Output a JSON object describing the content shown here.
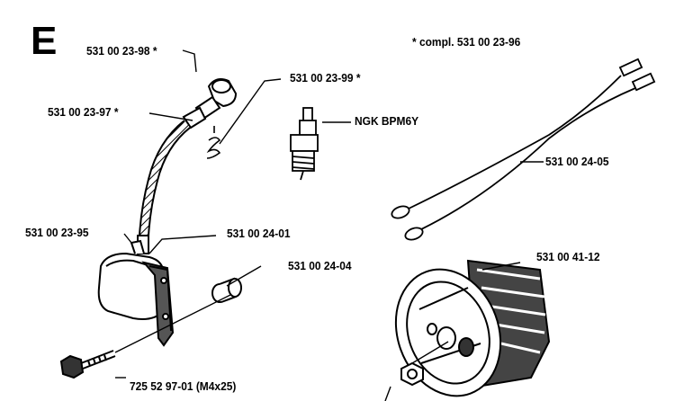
{
  "section_letter": "E",
  "compl_note": "* compl. 531 00 23-96",
  "labels": {
    "p_23_98": "531 00 23-98 *",
    "p_23_99": "531 00 23-99 *",
    "p_23_97": "531 00 23-97 *",
    "ngk": "NGK BPM6Y",
    "p_24_05": "531 00 24-05",
    "p_23_95": "531 00 23-95",
    "p_24_01": "531 00 24-01",
    "p_24_04": "531 00 24-04",
    "p_41_12": "531 00 41-12",
    "p_bolt": "725 52 97-01 (M4x25)"
  },
  "colors": {
    "ink": "#000000",
    "paper": "#ffffff",
    "shade": "#555555"
  }
}
